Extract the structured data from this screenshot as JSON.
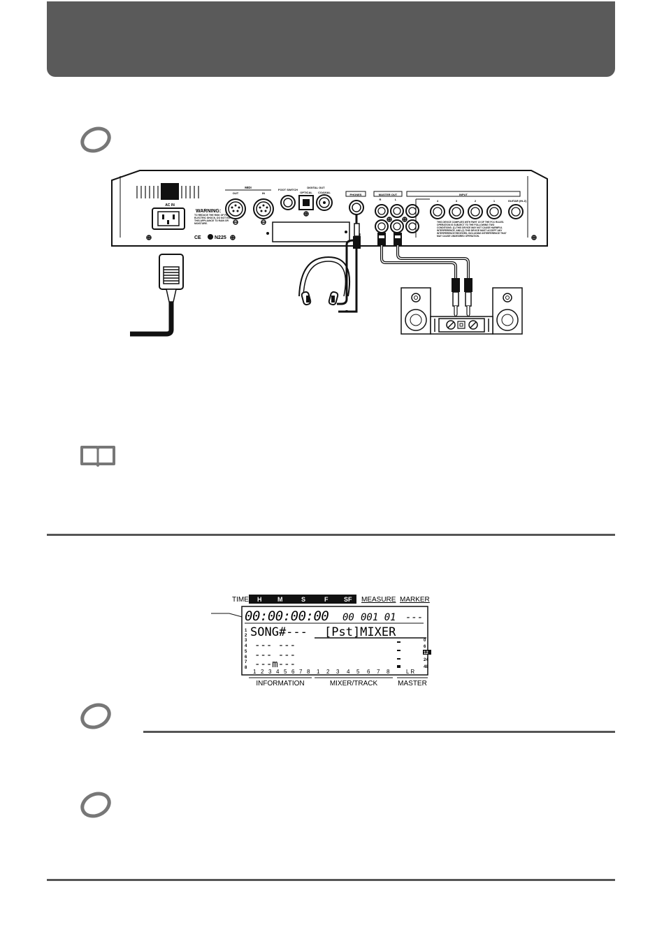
{
  "rear_panel": {
    "ac_in": "AC IN",
    "midi": "MIDI",
    "midi_out": "OUT",
    "midi_in": "IN",
    "foot_switch": "FOOT SWITCH",
    "digital_out": "DIGITAL OUT",
    "optical": "OPTICAL",
    "coaxial": "COAXIAL",
    "phones": "PHONES",
    "master_out": "MASTER OUT",
    "master_r": "R",
    "master_l": "L",
    "input": "INPUT",
    "input_labels": [
      "4",
      "3",
      "2",
      "1"
    ],
    "guitar": "GUITAR (Hi-Z)",
    "warning_title": "WARNING:",
    "warning_text": "TO REDUCE THE RISK OF FIRE OR ELECTRIC SHOCK, DO NOT EXPOSE THIS APPLIANCE TO RAIN OR MOISTURE.",
    "compliance_text": "THIS DEVICE COMPLIES WITH PART 15 OF THE FCC RULES. OPERATION IS SUBJECT TO THE FOLLOWING TWO CONDITIONS: (1) THIS DEVICE MAY NOT CAUSE HARMFUL INTERFERENCE, AND (2) THIS DEVICE MUST ACCEPT ANY INTERFERENCE RECEIVED, INCLUDING INTERFERENCE THAT MAY CAUSE UNDESIRED OPERATION.",
    "ce_mark": "CE",
    "n225": "N225"
  },
  "display": {
    "top_labels": {
      "time": "TIME",
      "h": "H",
      "m": "M",
      "s": "S",
      "f": "F",
      "sf": "SF",
      "measure": "MEASURE",
      "marker": "MARKER"
    },
    "time_readout": "00:00:00:00",
    "sf_readout": "00",
    "measure_readout": "001 01",
    "marker_readout": "---",
    "song_line": "SONG#---",
    "mode_line": "[Pst]MIXER",
    "track_rows": [
      "--- ---",
      "--- ---",
      "---m---"
    ],
    "row_numbers": [
      "1",
      "2",
      "3",
      "4",
      "5",
      "6",
      "7",
      "8"
    ],
    "meter_scale": [
      "0",
      "6",
      "12",
      "24",
      "48"
    ],
    "channel_numbers_info": [
      "1",
      "2",
      "3",
      "4",
      "5",
      "6",
      "7",
      "8"
    ],
    "channel_numbers_mixer": [
      "1",
      "2",
      "3",
      "4",
      "5",
      "6",
      "7",
      "8"
    ],
    "master_lr": "L R",
    "bottom_labels": {
      "information": "INFORMATION",
      "mixer_track": "MIXER/TRACK",
      "master": "MASTER"
    }
  }
}
